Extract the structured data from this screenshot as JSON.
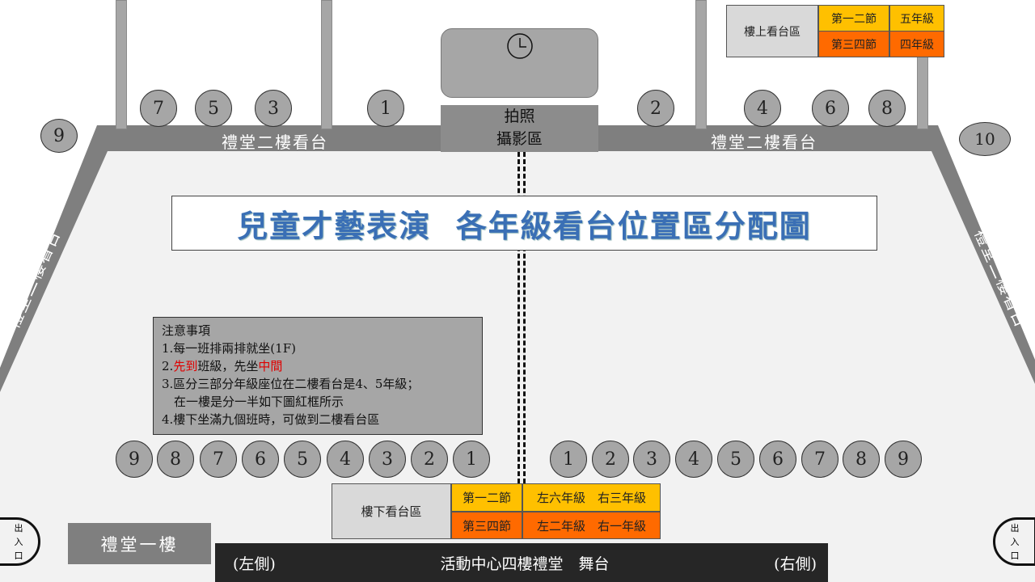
{
  "balcony_label": "禮堂二樓看台",
  "photo_area": {
    "line1": "拍照",
    "line2": "攝影區"
  },
  "title": "兒童才藝表演  各年級看台位置區分配圖",
  "upstairs_table": {
    "label": "樓上看台區",
    "rows": [
      {
        "period": "第一二節",
        "grade": "五年級"
      },
      {
        "period": "第三四節",
        "grade": "四年級"
      }
    ]
  },
  "downstairs_table": {
    "label": "樓下看台區",
    "rows": [
      {
        "period": "第一二節",
        "grade": "左六年級　右三年級"
      },
      {
        "period": "第三四節",
        "grade": "左二年級　右一年級"
      }
    ]
  },
  "top_seats": [
    "7",
    "5",
    "3",
    "1",
    "2",
    "4",
    "6",
    "8"
  ],
  "corner_seats": [
    "9",
    "10"
  ],
  "left_row": [
    "9",
    "8",
    "7",
    "6",
    "5",
    "4",
    "3",
    "2",
    "1"
  ],
  "right_row": [
    "1",
    "2",
    "3",
    "4",
    "5",
    "6",
    "7",
    "8",
    "9"
  ],
  "notes": {
    "heading": "注意事項",
    "item1": "1.每一班排兩排就坐(1F)",
    "item2_pre": "2.",
    "item2_red1": "先到",
    "item2_mid": "班級，先坐",
    "item2_red2": "中間",
    "item3a": "3.區分三部分年級座位在二樓看台是4、5年級；",
    "item3b": "　在一樓是分一半如下圖紅框所示",
    "item4": "4.樓下坐滿九個班時，可做到二樓看台區"
  },
  "first_floor": "禮堂一樓",
  "exit": [
    "出",
    "入",
    "口"
  ],
  "stage": {
    "left": "(左側)",
    "center": "活動中心四樓禮堂　舞台",
    "right": "(右側)"
  },
  "colors": {
    "yellow": "#ffc000",
    "orange": "#ff6a00",
    "red": "#e00000",
    "title_blue": "#3a6fb5"
  }
}
